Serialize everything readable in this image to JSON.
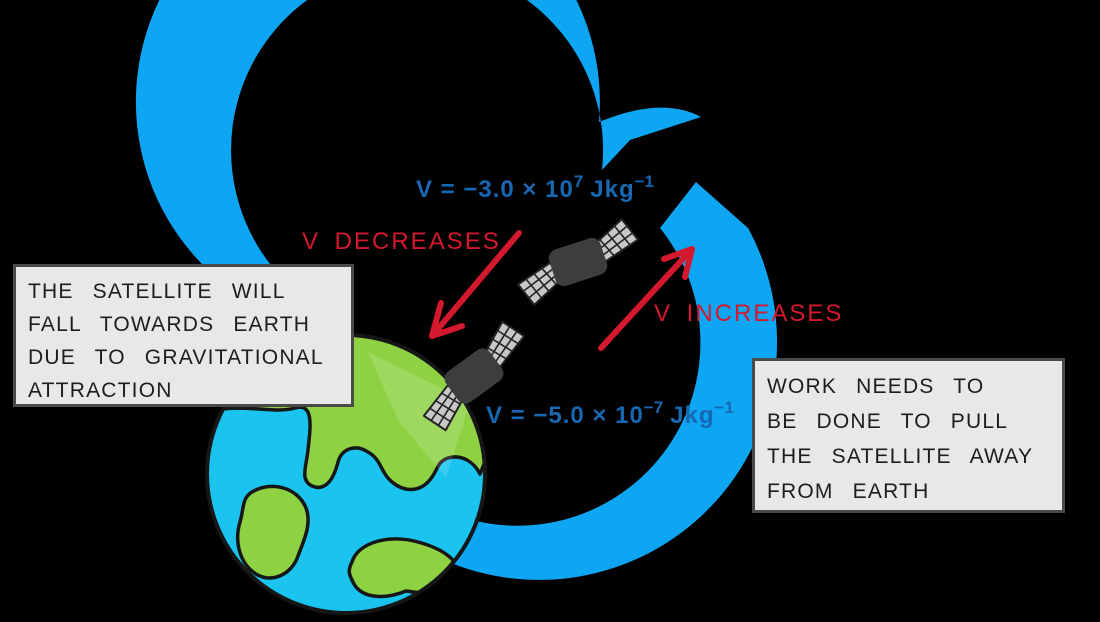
{
  "palette": {
    "background": "#000000",
    "orbit_blue": "#0ea6f2",
    "formula_blue": "#1767b3",
    "accent_red": "#d4182e",
    "earth_ocean": "#1ac4ee",
    "earth_land": "#8ed244",
    "note_background": "#e8e8e8",
    "note_text": "#1d1d1d",
    "satellite_body": "#3b3d3e",
    "satellite_panel": "#c7c7c7"
  },
  "formulas": {
    "upper": {
      "lead": "V = −3.0 × 10",
      "exponent": "7",
      "unit": "Jkg",
      "unit_exponent": "−1"
    },
    "lower": {
      "lead": "V = −5.0 × 10",
      "exponent": "−7",
      "unit": "Jkg",
      "unit_exponent": "−1"
    }
  },
  "arrow_labels": {
    "decrease": "V DECREASES",
    "increase": "V INCREASES"
  },
  "notes": {
    "left": {
      "lines": [
        "THE SATELLITE WILL",
        "FALL TOWARDS EARTH",
        "DUE TO GRAVITATIONAL",
        "ATTRACTION"
      ]
    },
    "right": {
      "lines": [
        "WORK NEEDS TO",
        "BE DONE TO PULL",
        "THE SATELLITE AWAY",
        "FROM EARTH"
      ]
    }
  }
}
